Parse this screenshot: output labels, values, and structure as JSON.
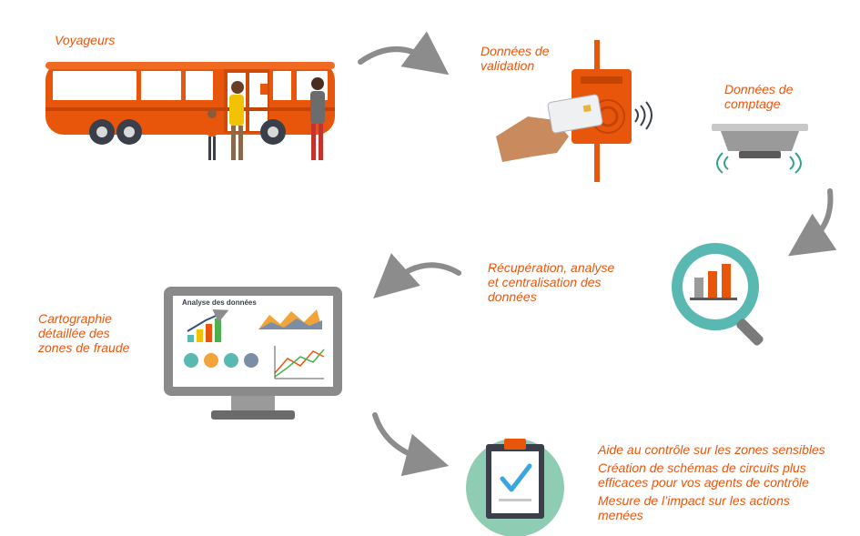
{
  "labels": {
    "voyageurs": [
      "Voyageurs"
    ],
    "validation": [
      "Données de",
      "validation"
    ],
    "comptage": [
      "Données de",
      "comptage"
    ],
    "recuperation": [
      "Récupération, analyse",
      "et centralisation des",
      "données"
    ],
    "cartographie": [
      "Cartographie",
      "détaillée des",
      "zones de fraude"
    ]
  },
  "benefits": [
    [
      "Aide au contrôle sur les zones sensibles"
    ],
    [
      "Création de schémas de circuits plus",
      "efficaces pour vos agents de contrôle"
    ],
    [
      "Mesure de l’impact sur les actions",
      "menées"
    ]
  ],
  "screen": {
    "title": "Analyse des données"
  },
  "colors": {
    "accent": "#e8560c",
    "arrow": "#8c8c8c",
    "teal": "#5ab8b2",
    "mint": "#8ecdb4",
    "dark": "#3a3f4a"
  }
}
